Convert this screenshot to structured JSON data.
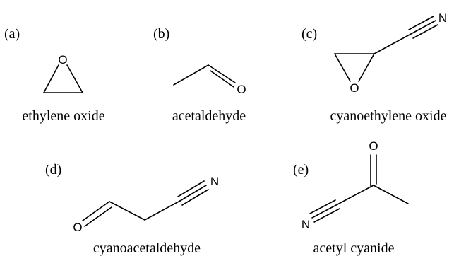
{
  "panels": [
    {
      "label": "(a)",
      "caption": "ethylene oxide",
      "atoms": [
        "O"
      ]
    },
    {
      "label": "(b)",
      "caption": "acetaldehyde",
      "atoms": [
        "O"
      ]
    },
    {
      "label": "(c)",
      "caption": "cyanoethylene oxide",
      "atoms": [
        "N",
        "O"
      ]
    },
    {
      "label": "(d)",
      "caption": "cyanoacetaldehyde",
      "atoms": [
        "N",
        "O"
      ]
    },
    {
      "label": "(e)",
      "caption": "acetyl cyanide",
      "atoms": [
        "O",
        "N"
      ]
    }
  ]
}
